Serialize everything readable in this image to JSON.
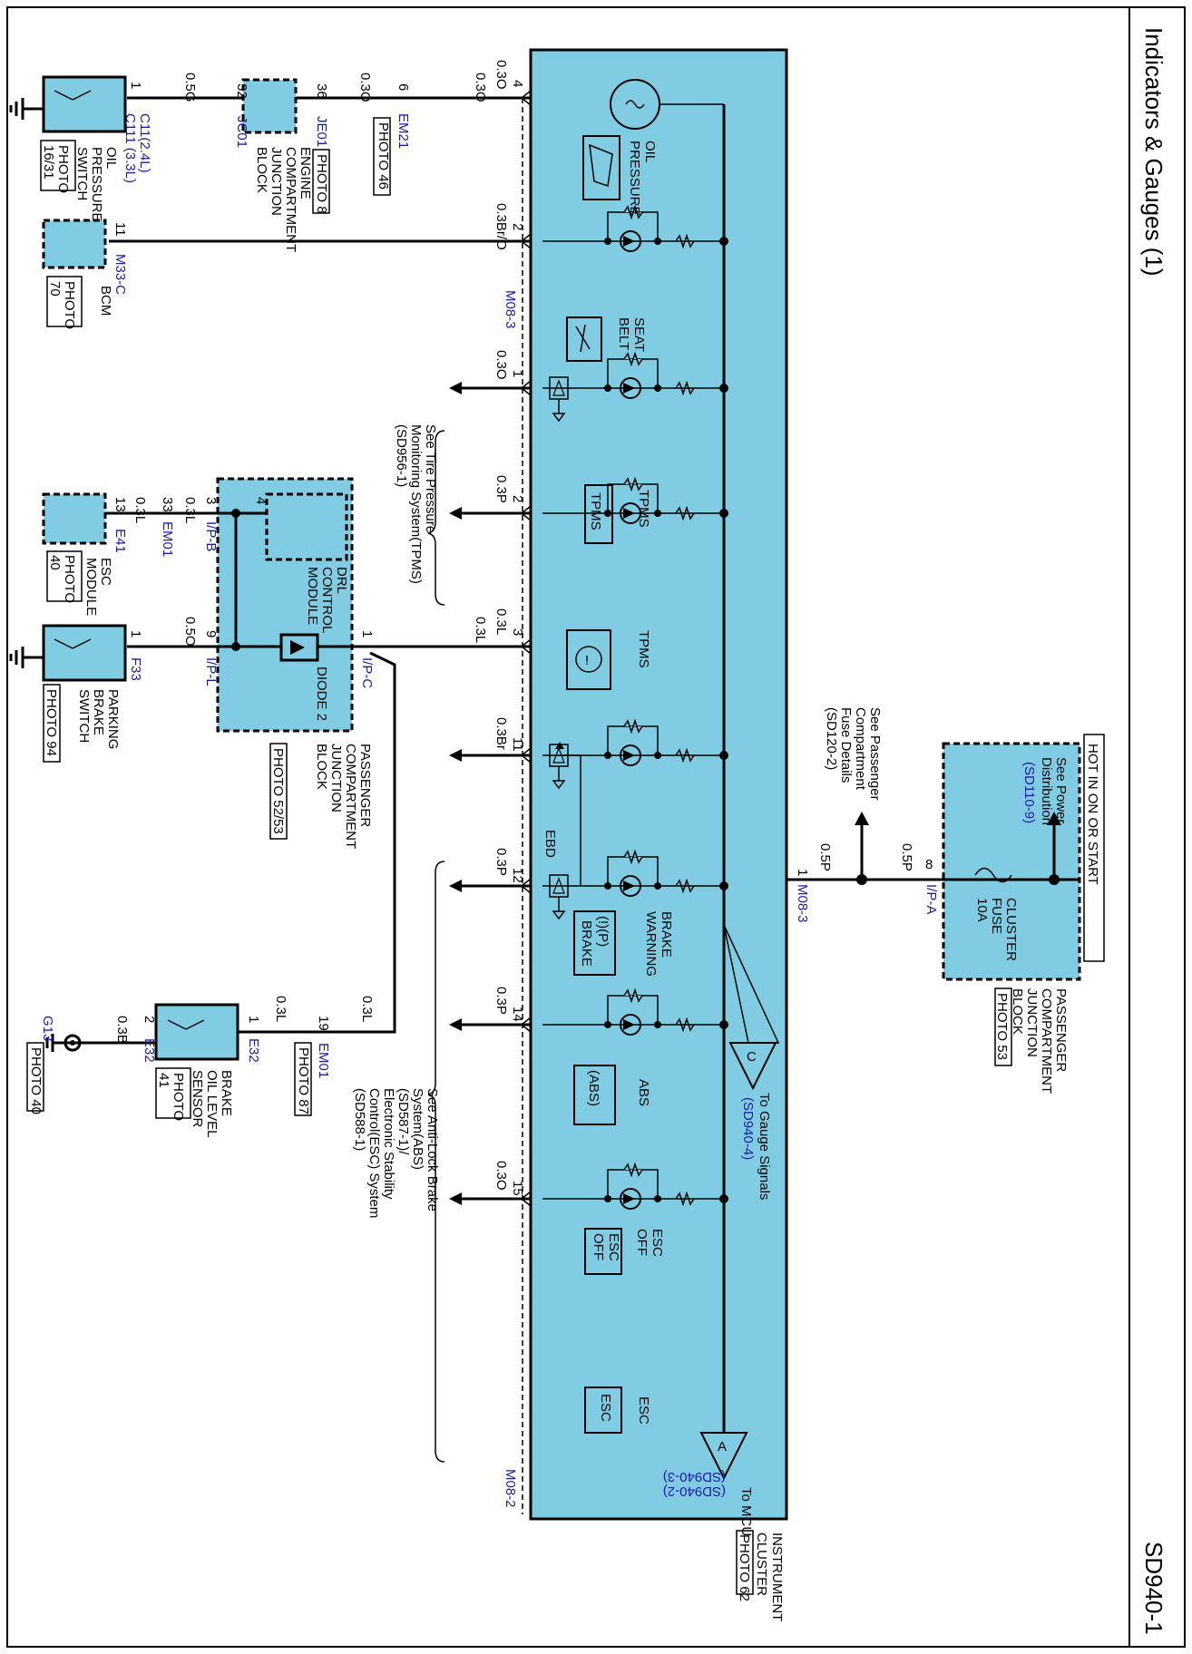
{
  "header": {
    "title": "Indicators & Gauges (1)",
    "page_code": "SD940-1"
  },
  "instrument_cluster": {
    "label_line1": "INSTRUMENT",
    "label_line2": "CLUSTER",
    "photo": "PHOTO 62",
    "connector_top": "M08-3",
    "connector_bottom": "M08-2",
    "connector_right": "M08-3"
  },
  "indicators": [
    {
      "label": "OIL\nPRESSURE",
      "symbol": "oil-can-icon",
      "pin": "4",
      "wire": "0.3O"
    },
    {
      "label": "SEAT\nBELT",
      "symbol": "seat-belt-icon",
      "pin": "2",
      "wire": "0.3Br/O"
    },
    {
      "label": "TPMS",
      "symbol_text": "TPMS",
      "pin": "1",
      "wire": "0.3O"
    },
    {
      "label": "TPMS",
      "symbol": "tire-pressure-icon",
      "pin": "2",
      "wire": "0.3P"
    },
    {
      "label": "",
      "pin": "3",
      "wire": "0.3L"
    },
    {
      "label": "BRAKE\nWARNING",
      "symbol_text": "(!)(P)\nBRAKE",
      "extra": "EBD",
      "pin": "11",
      "wire": "0.3Br"
    },
    {
      "label": "ABS",
      "symbol_text": "(ABS)",
      "pin": "12",
      "wire": "0.3P"
    },
    {
      "label": "ESC\nOFF",
      "symbol_text": "ESC\nOFF",
      "pin": "14",
      "wire": "0.3P"
    },
    {
      "label": "ESC",
      "symbol_text": "ESC",
      "pin": "15",
      "wire": "0.3O"
    }
  ],
  "components": {
    "oil_pressure_switch": {
      "name": "OIL\nPRESSURE\nSWITCH",
      "photo": "PHOTO\n16/31",
      "pin": "1",
      "connector": "C11(2.4L)\nC111 (3.3L)"
    },
    "engine_junction": {
      "name": "ENGINE\nCOMPARTMENT\nJUNCTION\nBLOCK",
      "photo": "PHOTO 8",
      "pin_left": "32",
      "pin_right": "36",
      "conn_left": "JC01",
      "conn_right": "JE01"
    },
    "em21": {
      "pin": "6",
      "connector": "EM21",
      "photo": "PHOTO 46"
    },
    "bcm": {
      "name": "BCM",
      "photo": "PHOTO\n70",
      "pin": "11",
      "connector": "M33-C"
    },
    "esc_module": {
      "name": "ESC\nMODULE",
      "photo": "PHOTO\n40",
      "pin": "13",
      "connector": "E41"
    },
    "em01_esc": {
      "pin": "33",
      "connector": "EM01"
    },
    "passenger_junction_left": {
      "name": "PASSENGER\nCOMPARTMENT\nJUNCTION\nBLOCK",
      "photo": "PHOTO 52/53",
      "drl": "DRL\nCONTROL\nMODULE",
      "diode": "DIODE 2",
      "pin_ipb": "3",
      "conn_ipb": "I/P-B",
      "pin_ipl": "9",
      "conn_ipl": "I/P-L",
      "pin_ipc": "1",
      "conn_ipc": "I/P-C",
      "pin_drl": "4"
    },
    "parking_brake_switch": {
      "name": "PARKING\nBRAKE\nSWITCH",
      "photo": "PHOTO 94",
      "pin": "1",
      "connector": "F33"
    },
    "brake_oil_sensor": {
      "name": "BRAKE\nOIL LEVEL\nSENSOR",
      "photo": "PHOTO\n41",
      "pin_in": "1",
      "conn_in": "E32",
      "pin_out": "2",
      "conn_out": "E32"
    },
    "ground": {
      "name": "G13",
      "photo": "PHOTO 40"
    },
    "em01_brake": {
      "pin": "19",
      "connector": "EM01",
      "photo": "PHOTO 87"
    },
    "passenger_junction_right": {
      "name": "PASSENGER\nCOMPARTMENT\nJUNCTION\nBLOCK",
      "photo": "PHOTO 53",
      "hot": "HOT IN ON OR START",
      "fuse": "CLUSTER\nFUSE\n10A",
      "pin": "8",
      "connector": "I/P-A",
      "see_power": "See Power\nDistribution",
      "see_power_ref": "(SD110-9)"
    }
  },
  "wires": {
    "oil_switch_to_jb": "0.5G",
    "jb_to_em21": "0.3O",
    "em21_to_cluster": "0.3O",
    "esc_to_em01": "0.3L",
    "em01_to_ipb": "0.3L",
    "brake_switch_to_ipl": "0.5O",
    "ipc_to_cluster": "0.3L",
    "brake_sensor_to_em01": "0.3L",
    "em01_to_cluster": "0.3L",
    "ground_wire": "0.3B",
    "fuse_to_splice": "0.5P",
    "splice_to_cluster": "0.5P",
    "cluster_pin1": "1"
  },
  "references": {
    "tpms": "See Tire Pressure\nMonitoring System(TPMS)\n(SD956-1)",
    "abs": "See Anti-Lock Brake\nSystem(ABS)\n(SD587-1)/\nElectronic Stability\nControl(ESC) System\n(SD588-1)",
    "passenger_fuse": "See Passenger\nCompartment\nFuse Details\n(SD120-2)",
    "gauge_signals": "To Gauge Signals",
    "gauge_ref": "(SD940-4)",
    "mcu": "To MCU",
    "mcu_ref": "(SD940-2)\n(SD940-3)",
    "connector_c": "C",
    "connector_a": "A"
  }
}
